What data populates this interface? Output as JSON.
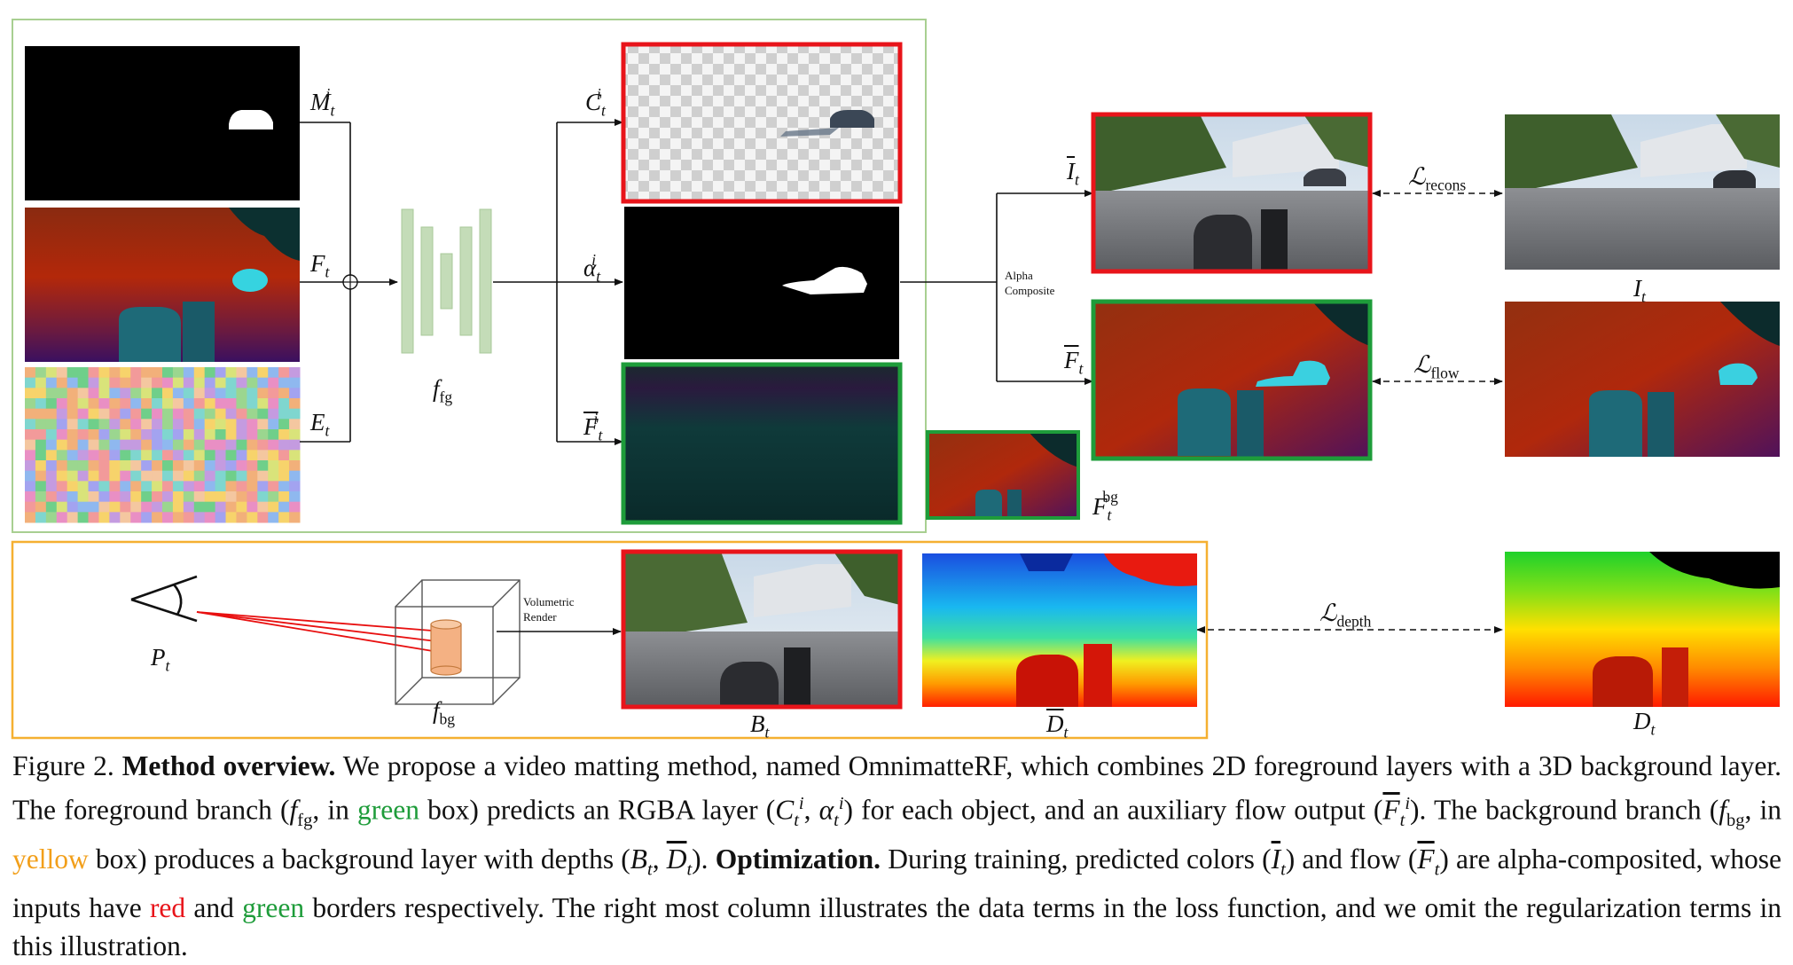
{
  "figure": {
    "colors": {
      "green_box": "#a8cf91",
      "yellow_box": "#f5b031",
      "red_border": "#e8141a",
      "green_border": "#1e9c3a",
      "ray": "#e81010",
      "cylinder": "#f4b183"
    },
    "inputs": {
      "mask_label": "M",
      "flow_label": "F",
      "embedding_label": "E"
    },
    "fg_network_label": "f",
    "fg_network_sub": "fg",
    "fg_outputs": {
      "color_label": "C",
      "alpha_label": "α",
      "flow_label": "F"
    },
    "composite_label_line1": "Alpha",
    "composite_label_line2": "Composite",
    "composited": {
      "image_label": "I",
      "flow_label": "F"
    },
    "bg_flow_label": "F",
    "bg_flow_sup": "bg",
    "losses": {
      "recons": "ℒ",
      "recons_sub": "recons",
      "flow": "ℒ",
      "flow_sub": "flow",
      "depth": "ℒ",
      "depth_sub": "depth"
    },
    "targets": {
      "image_label": "I",
      "depth_label": "D"
    },
    "bg_branch": {
      "camera_label": "P",
      "network_label": "f",
      "network_sub": "bg",
      "render_line1": "Volumetric",
      "render_line2": "Render",
      "bg_color_label": "B",
      "bg_depth_label": "D"
    }
  },
  "caption": {
    "prefix": "Figure 2.",
    "title": "Method overview.",
    "s1": "We propose a video matting method, named OmnimatteRF, which combines 2D foreground layers with a 3D background layer. The foreground branch (",
    "s1b": ", in",
    "green_word": "green",
    "s2": "box) predicts an RGBA layer (",
    "s2b": ") for each object, and an auxiliary flow output (",
    "s3": "). The background branch (",
    "s3b": ", in",
    "yellow_word": "yellow",
    "s4": "box) produces a background layer with depths (",
    "s4b": ").",
    "title2": "Optimization.",
    "s5": "During training, predicted colors (",
    "s5b": ") and flow (",
    "s6": ") are alpha-composited, whose inputs have",
    "red_word": "red",
    "and_word": "and",
    "green_word2": "green",
    "s7": "borders respectively. The right most column illustrates the data terms in the loss function, and we omit the regularization terms in this illustration."
  }
}
